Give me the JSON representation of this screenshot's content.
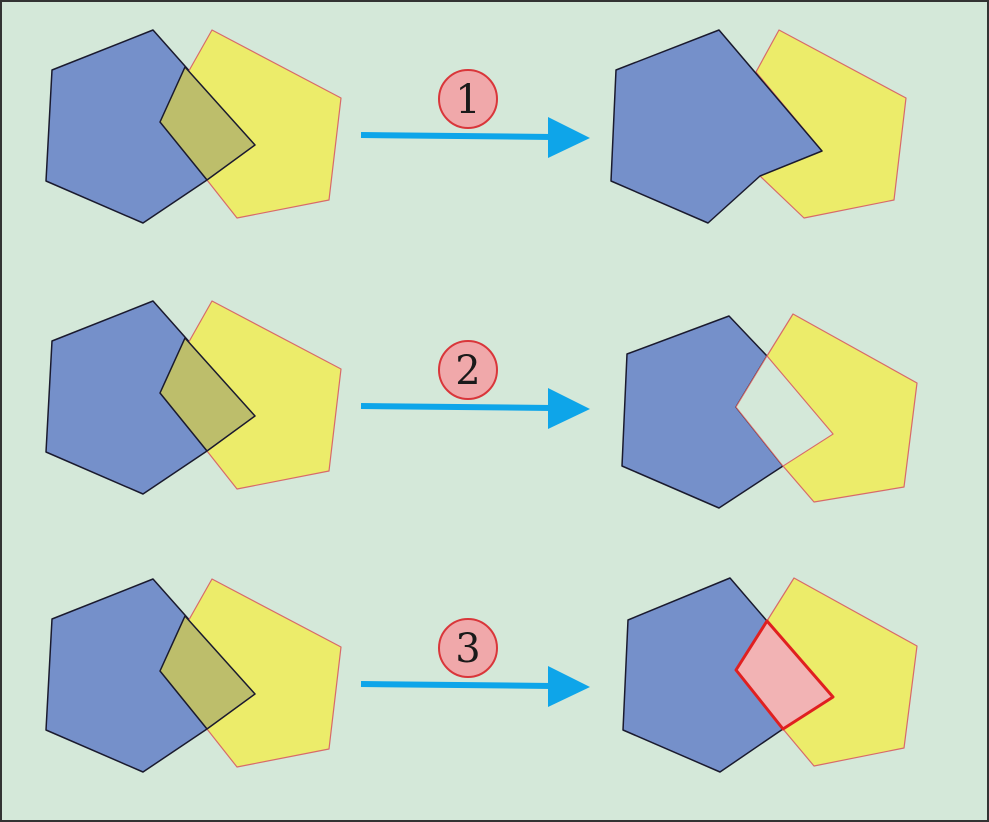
{
  "colors": {
    "background": "#d4e8d9",
    "frame": "#333333",
    "hexagon_fill": "#7590ca",
    "hexagon_stroke": "#1a1a2e",
    "pentagon_fill": "#ecec6a",
    "pentagon_stroke": "#d86a6a",
    "overlap_fill": "#bdbe6b",
    "arrow": "#0ea5e9",
    "badge_fill": "#f0a8aa",
    "badge_stroke": "#d9363a",
    "highlight_fill": "#f2b3b4",
    "highlight_stroke": "#e02020",
    "hole_fill": "#ffffff"
  },
  "steps": [
    {
      "label": "1",
      "result": "front-hexagon-over-pentagon"
    },
    {
      "label": "2",
      "result": "overlap-removed-hole"
    },
    {
      "label": "3",
      "result": "overlap-highlighted-red"
    }
  ]
}
